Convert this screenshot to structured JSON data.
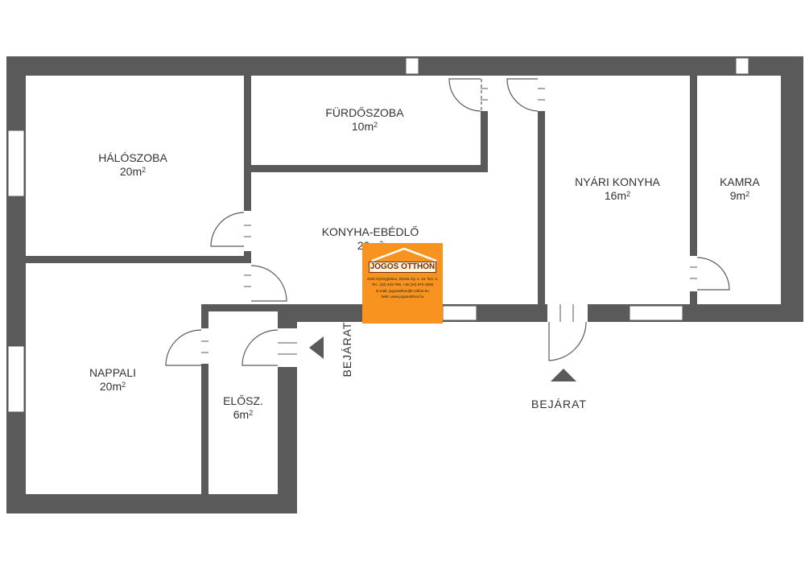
{
  "rooms": {
    "haloszoba": {
      "name": "HÁLÓSZOBA",
      "area": "20m",
      "unit_sup": "2"
    },
    "furdoszoba": {
      "name": "FÜRDŐSZOBA",
      "area": "10m",
      "unit_sup": "2"
    },
    "konyha_ebedlo": {
      "name": "KONYHA-EBÉDLŐ",
      "area": "20m",
      "unit_sup": "2"
    },
    "nyari_konyha": {
      "name": "NYÁRI KONYHA",
      "area": "16m",
      "unit_sup": "2"
    },
    "kamra": {
      "name": "KAMRA",
      "area": "9m",
      "unit_sup": "2"
    },
    "nappali": {
      "name": "NAPPALI",
      "area": "20m",
      "unit_sup": "2"
    },
    "elosz": {
      "name": "ELŐSZ.",
      "area": "6m",
      "unit_sup": "2"
    }
  },
  "entrances": {
    "side": "BEJÁRAT",
    "main": "BEJÁRAT"
  },
  "logo": {
    "name": "JOGOS OTTHON",
    "lines": [
      "4400 Nyíregyháza, Dózsa Gy. u. 10. fszt. 4.",
      "Tel.: (42) 403-799, +36 (20) 973-3060",
      "E-mail: jogosotthon@t-online.hu",
      "Web: www.jogosotthon.hu"
    ]
  },
  "colors": {
    "wall": "#5a5a5a",
    "logo_bg": "#f7931e"
  }
}
